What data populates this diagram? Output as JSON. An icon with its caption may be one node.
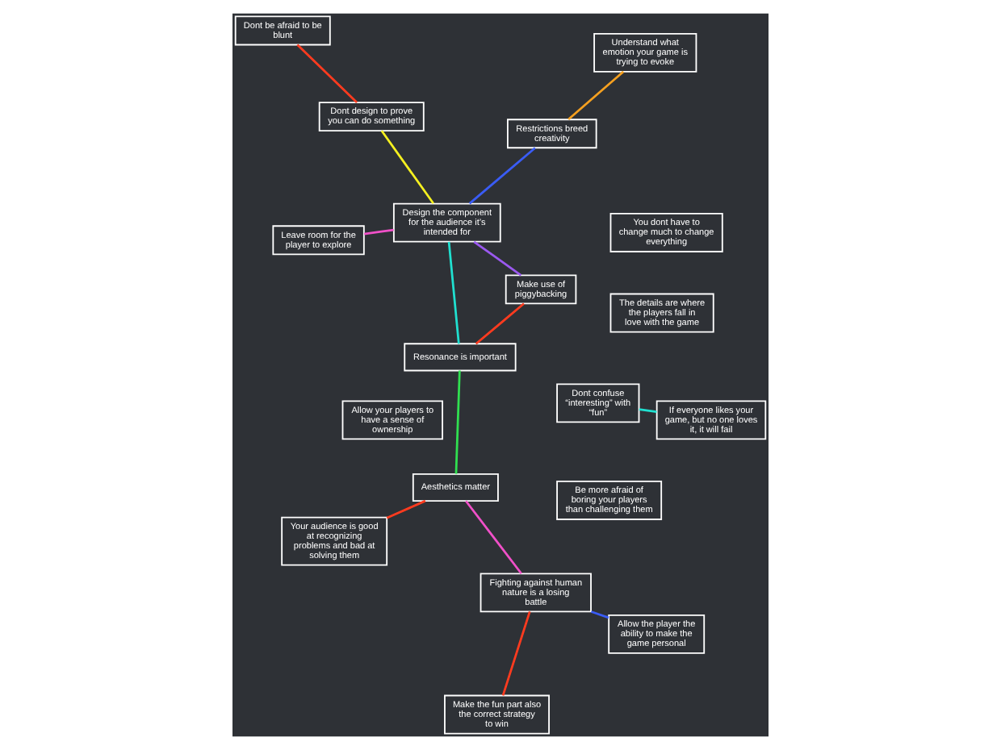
{
  "diagram": {
    "nodes": [
      {
        "text": [
          "Resonance is important"
        ]
      },
      {
        "text": [
          "Make use of piggybacking"
        ]
      },
      {
        "text": [
          "Leave room for the player to explore"
        ]
      },
      {
        "text": [
          "Design the component for the audience it’s intended for"
        ]
      },
      {
        "text": [
          "Restrictions breed creativity"
        ]
      },
      {
        "text": [
          "The details are where the players fall in love with the game"
        ]
      },
      {
        "text": [
          "You dont have to change much to change everything"
        ]
      },
      {
        "text": [
          "Understand what emotion your game is trying to evoke"
        ]
      },
      {
        "text": [
          "Allow your players to have a sense of ownership"
        ]
      },
      {
        "text": [
          "Be more afraid of boring your players than challenging them"
        ]
      },
      {
        "text": [
          "Make the fun part also the correct strategy to win"
        ]
      },
      {
        "text": [
          "Aesthetics matter"
        ]
      },
      {
        "text": [
          "Dont confuse “interesting” with “fun”"
        ]
      },
      {
        "text": [
          "Your audience is good at recognizing problems and bad at solving them"
        ]
      },
      {
        "text": [
          "If everyone likes your game, but no one loves it, it will fail"
        ]
      },
      {
        "text": [
          "Fighting against human nature is a losing battle"
        ]
      },
      {
        "text": [
          "Allow the player the ability to make the game personal"
        ]
      },
      {
        "text": [
          "Dont be afraid to be blunt"
        ]
      },
      {
        "text": [
          "Dont design to prove you can do something"
        ]
      }
    ],
    "edges": [
      {
        "from": 0,
        "to": 1,
        "arrow": "none",
        "color": "#ff3b1f"
      },
      {
        "from": 1,
        "to": 3,
        "arrow": "none",
        "color": "#9b59f0"
      },
      {
        "from": 2,
        "to": 3,
        "arrow": "none",
        "color": "#f050c8"
      },
      {
        "from": 0,
        "to": 3,
        "arrow": "none",
        "color": "#20e0d0"
      },
      {
        "from": 3,
        "to": 4,
        "arrow": "none",
        "color": "#3a5cf5"
      },
      {
        "from": 7,
        "to": 4,
        "arrow": "none",
        "color": "#f5a020"
      },
      {
        "from": 3,
        "to": 18,
        "arrow": "none",
        "color": "#f5f020"
      },
      {
        "from": 0,
        "to": 11,
        "arrow": "none",
        "color": "#30e050"
      },
      {
        "from": 11,
        "to": 15,
        "arrow": "none",
        "color": "#f050c8"
      },
      {
        "from": 11,
        "to": 13,
        "arrow": "none",
        "color": "#ff3b1f"
      },
      {
        "from": 15,
        "to": 10,
        "arrow": "none",
        "color": "#ff3b1f"
      },
      {
        "from": 15,
        "to": 16,
        "arrow": "none",
        "color": "#3a5cf5"
      },
      {
        "from": 12,
        "to": 14,
        "arrow": "none",
        "color": "#20e0d0"
      },
      {
        "from": 17,
        "to": 18,
        "arrow": "none",
        "color": "#ff3b1f"
      }
    ]
  }
}
